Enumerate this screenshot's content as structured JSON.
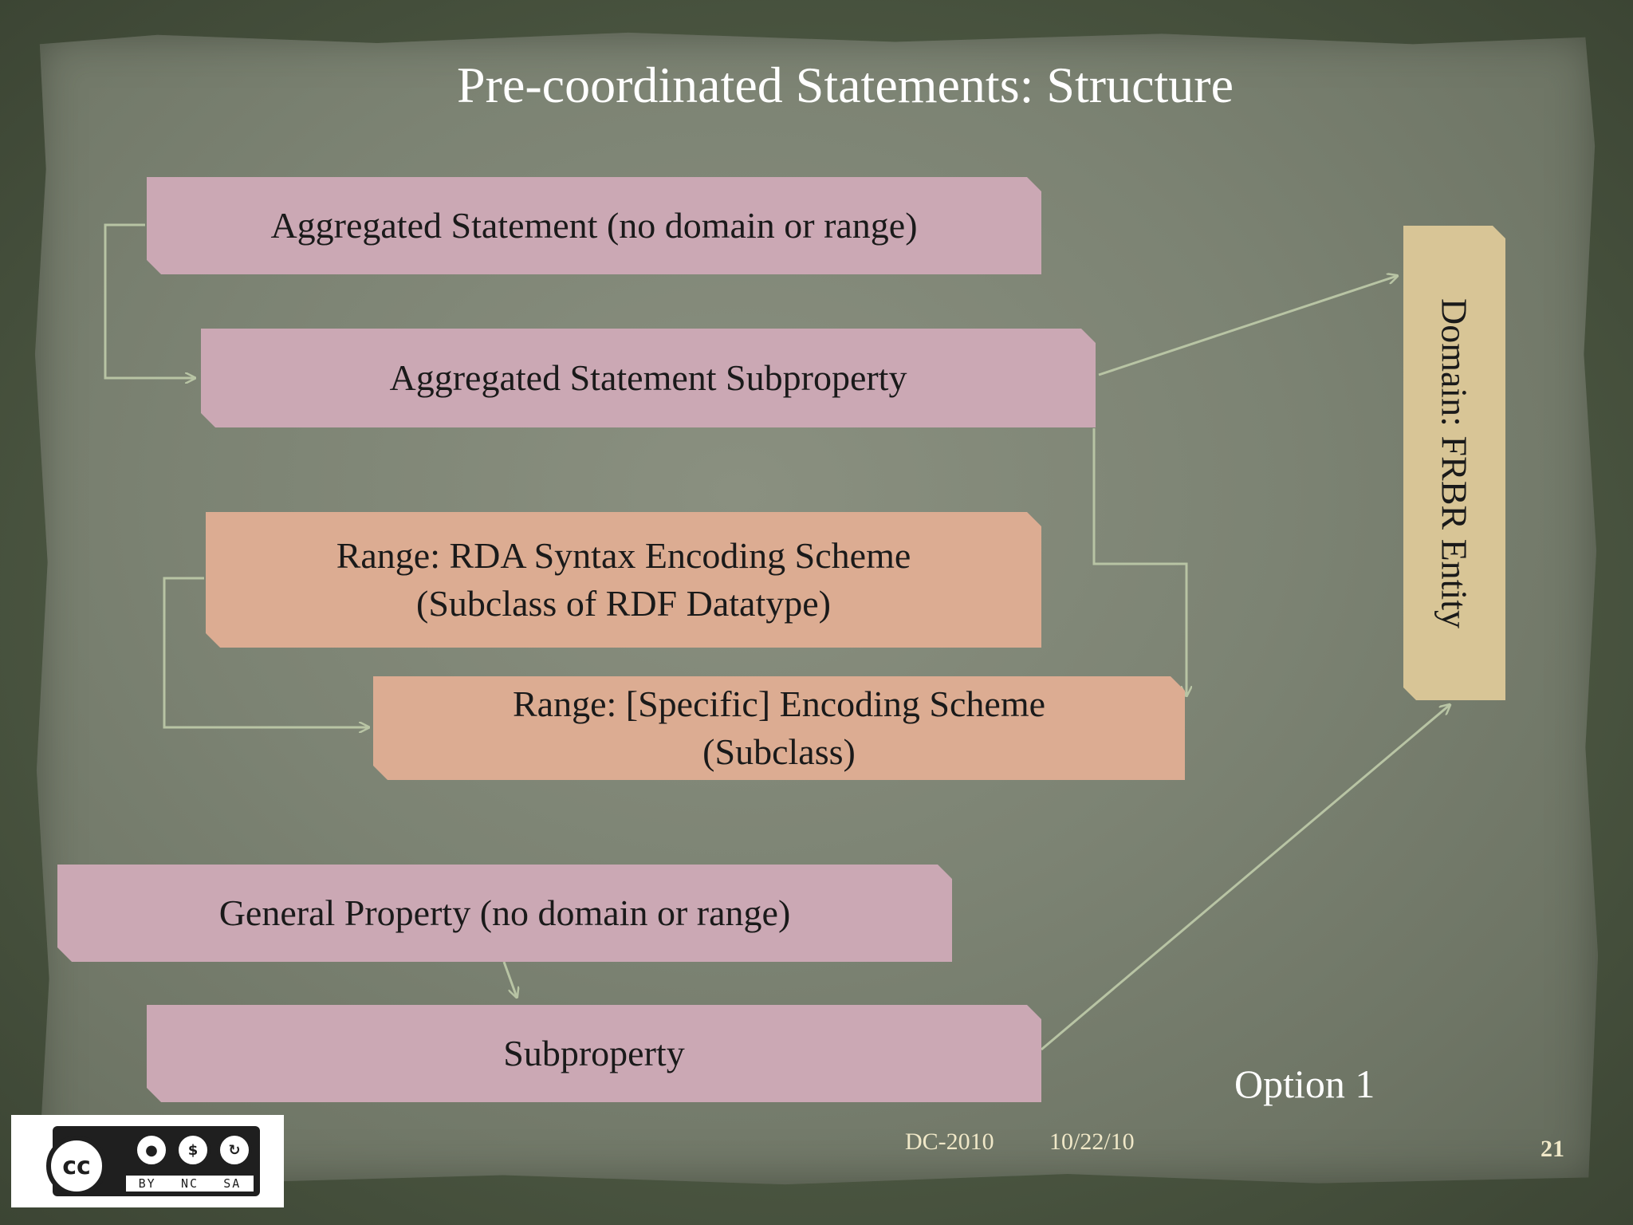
{
  "title": "Pre-coordinated Statements: Structure",
  "boxes": {
    "aggregated_statement": "Aggregated Statement (no domain or range)",
    "aggregated_subproperty": "Aggregated Statement Subproperty",
    "range_rda_line1": "Range: RDA Syntax Encoding Scheme",
    "range_rda_line2": "(Subclass of RDF Datatype)",
    "range_specific_line1": "Range: [Specific] Encoding Scheme",
    "range_specific_line2": "(Subclass)",
    "general_property": "General Property (no domain or range)",
    "subproperty": "Subproperty",
    "domain": "Domain: FRBR Entity"
  },
  "option_label": "Option 1",
  "footer": {
    "conference": "DC-2010",
    "date": "10/22/10",
    "page_number": "21"
  },
  "license": {
    "cc": "cc",
    "labels": [
      "BY",
      "NC",
      "SA"
    ]
  },
  "colors": {
    "pink": "#cba8b4",
    "orange": "#dcac92",
    "tan": "#d8c596",
    "connector": "#b8c4a4"
  }
}
